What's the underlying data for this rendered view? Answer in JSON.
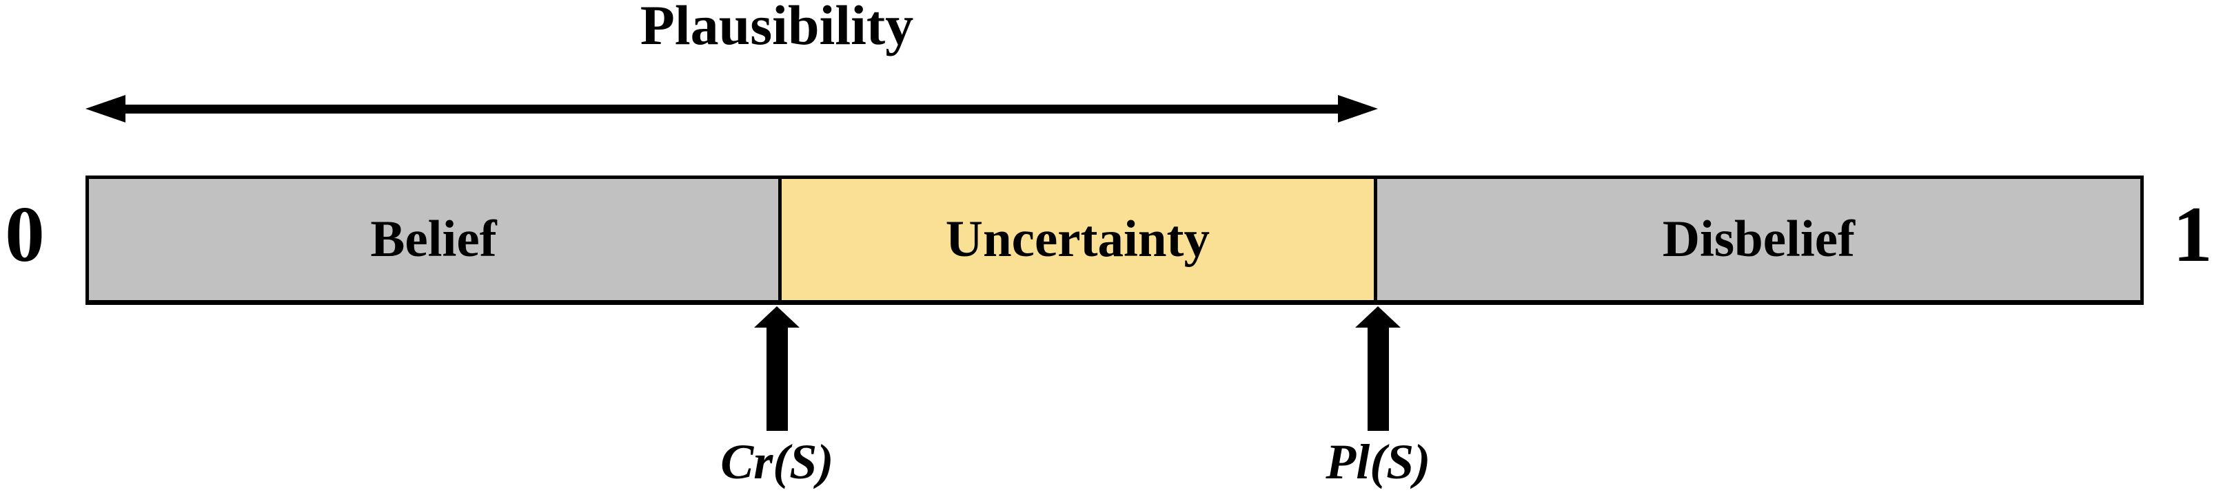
{
  "figure": {
    "title": "Plausibility",
    "axis": {
      "min_label": "0",
      "max_label": "1"
    },
    "bar": {
      "segments": [
        {
          "label": "Belief",
          "color": "#c1c1c1",
          "width_pct": 33.6
        },
        {
          "label": "Uncertainty",
          "color": "#fae094",
          "width_pct": 29.2
        },
        {
          "label": "Disbelief",
          "color": "#c1c1c1",
          "width_pct": 37.2
        }
      ]
    },
    "markers": [
      {
        "label": "Cr(S)",
        "position_pct": 33.6,
        "axis_value": 0.34
      },
      {
        "label": "Pl(S)",
        "position_pct": 62.8,
        "axis_value": 0.63
      }
    ],
    "plausibility_span_pct": 62.8,
    "colors": {
      "segment_gray": "#c1c1c1",
      "uncertainty_yellow": "#fae094",
      "arrow_black": "#000000",
      "border_black": "#000000",
      "background": "#ffffff"
    }
  }
}
